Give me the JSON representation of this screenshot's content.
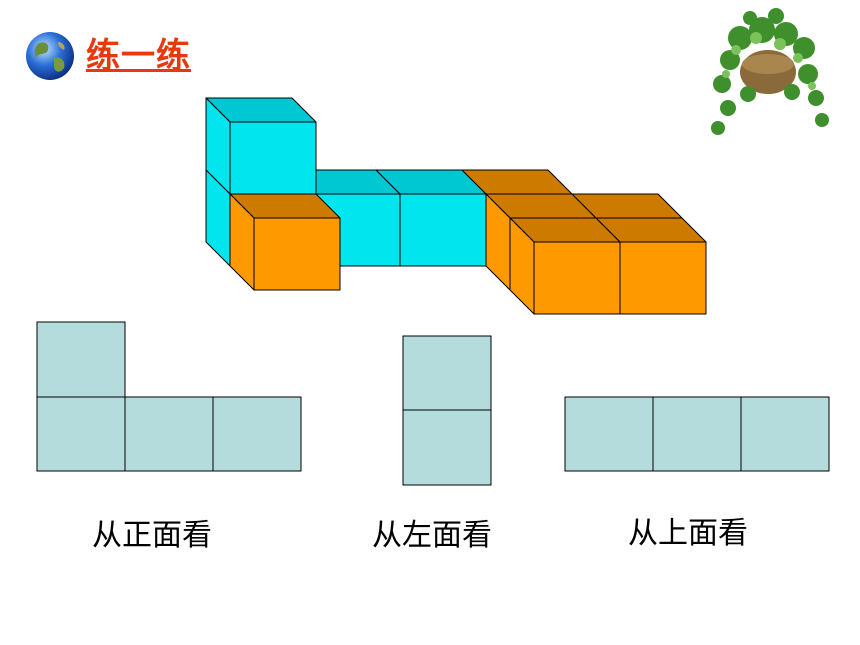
{
  "title": "练一练",
  "views": [
    {
      "label": "从正面看"
    },
    {
      "label": "从左面看"
    },
    {
      "label": "从上面看"
    }
  ],
  "colors": {
    "title": "#e8380d",
    "cyan_front": "#00e5ee",
    "cyan_top": "#00c8d2",
    "orange_front": "#ff9900",
    "orange_top": "#cc7a00",
    "view_fill": "#b4dcdc"
  },
  "icons": {
    "globe": "globe-icon",
    "plant": "potted-plant-image"
  }
}
